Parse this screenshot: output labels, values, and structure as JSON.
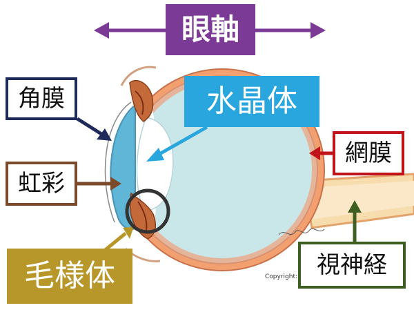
{
  "labels": {
    "axial_length": "眼軸",
    "lens": "水晶体",
    "cornea": "角膜",
    "iris": "虹彩",
    "ciliary_body": "毛様体",
    "retina": "網膜",
    "optic_nerve": "視神経"
  },
  "copyright": "Copyright:",
  "colors": {
    "axial_length": "#7b3a96",
    "lens": "#2aa6df",
    "cornea": "#1e2a5a",
    "iris": "#7a4a2a",
    "ciliary_body": "#b8972a",
    "retina": "#c0141a",
    "optic_nerve": "#3f5f22",
    "sclera": "#f3a070",
    "vitreous": "#c9e6e9"
  }
}
